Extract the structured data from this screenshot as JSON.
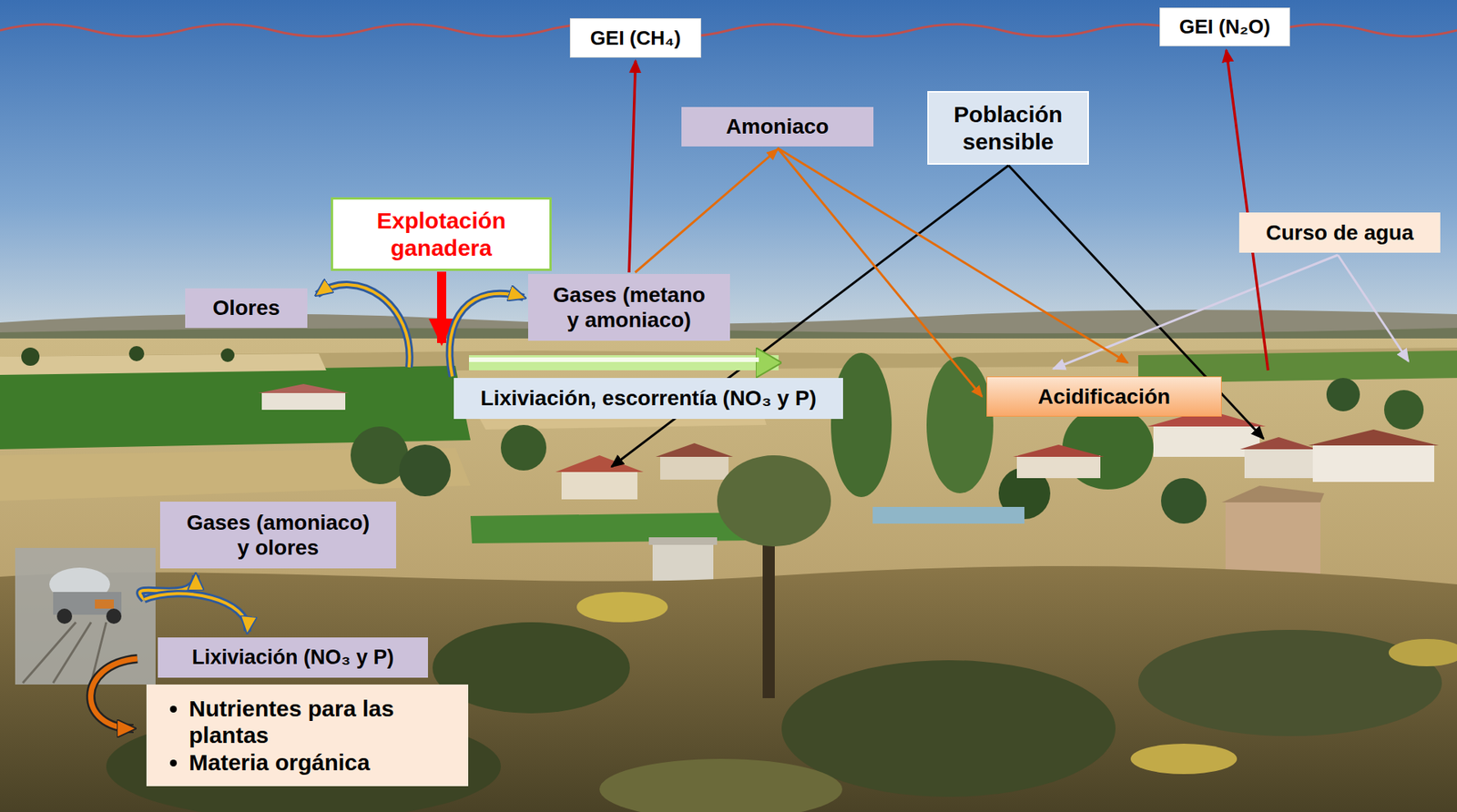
{
  "diagram": {
    "nodes": [
      {
        "text": [
          "GEI (CH₄)"
        ]
      },
      {
        "text": [
          "GEI (N₂O)"
        ]
      },
      {
        "text": [
          "Amoniaco"
        ]
      },
      {
        "text": [
          "Población sensible"
        ]
      },
      {
        "text": [
          "Explotación ganadera"
        ]
      },
      {
        "text": [
          "Olores"
        ]
      },
      {
        "text": [
          "Gases (metano y amoniaco)"
        ]
      },
      {
        "text": [
          "Curso de agua"
        ]
      },
      {
        "text": [
          "Lixiviación, escorrentía (NO₃ y P)"
        ]
      },
      {
        "text": [
          "Acidificación"
        ]
      },
      {
        "text": [
          "Gases (amoniaco) y olores"
        ]
      },
      {
        "text": [
          "Lixiviación (NO₃ y P)"
        ]
      },
      {
        "text": [
          "Nutrientes para las plantas",
          "Materia orgánica"
        ]
      }
    ],
    "edges": [
      {
        "from": 6,
        "to": 0,
        "arrow": "to"
      },
      {
        "from": 6,
        "to": 2,
        "arrow": "to"
      },
      {
        "from": 2,
        "to": 9,
        "arrow": "to"
      },
      {
        "from": 2,
        "to": 9,
        "arrow": "to"
      }
    ]
  }
}
